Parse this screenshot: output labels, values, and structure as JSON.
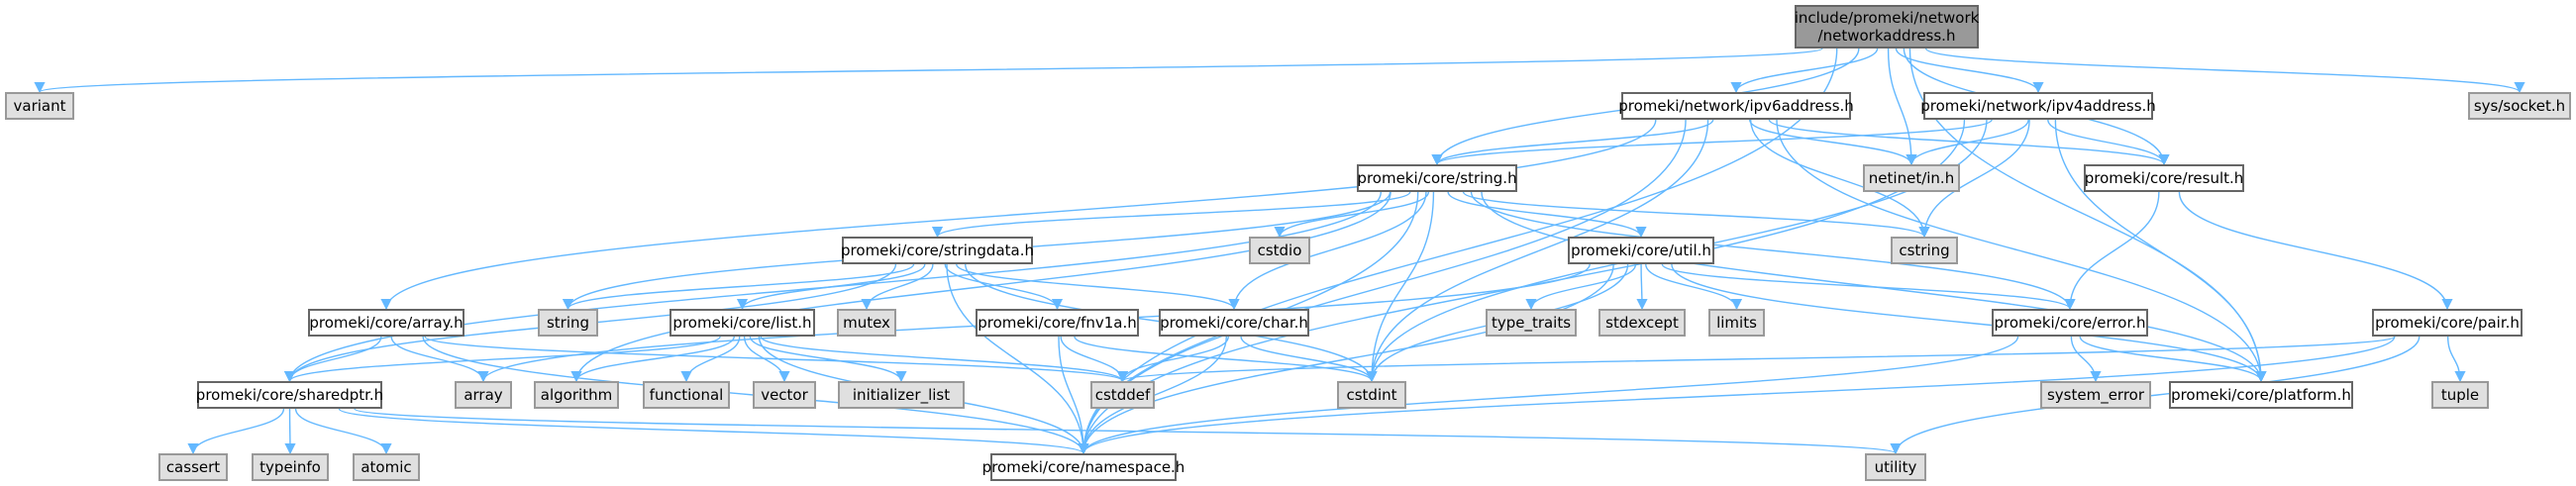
{
  "graph": {
    "edge_color": "#63b8ff",
    "nodes": {
      "root": {
        "label": "include/promeki/network\n/networkaddress.h",
        "kind": "root"
      },
      "variant": {
        "label": "variant",
        "kind": "system"
      },
      "syssocket": {
        "label": "sys/socket.h",
        "kind": "system"
      },
      "ipv6": {
        "label": "promeki/network/ipv6address.h",
        "kind": "project"
      },
      "ipv4": {
        "label": "promeki/network/ipv4address.h",
        "kind": "project"
      },
      "netinet": {
        "label": "netinet/in.h",
        "kind": "system"
      },
      "result": {
        "label": "promeki/core/result.h",
        "kind": "project"
      },
      "string_h": {
        "label": "promeki/core/string.h",
        "kind": "project"
      },
      "cstdio": {
        "label": "cstdio",
        "kind": "system"
      },
      "cstring": {
        "label": "cstring",
        "kind": "system"
      },
      "stringdata": {
        "label": "promeki/core/stringdata.h",
        "kind": "project"
      },
      "util": {
        "label": "promeki/core/util.h",
        "kind": "project"
      },
      "array_h": {
        "label": "promeki/core/array.h",
        "kind": "project"
      },
      "string": {
        "label": "string",
        "kind": "system"
      },
      "list_h": {
        "label": "promeki/core/list.h",
        "kind": "project"
      },
      "mutex": {
        "label": "mutex",
        "kind": "system"
      },
      "fnv1a": {
        "label": "promeki/core/fnv1a.h",
        "kind": "project"
      },
      "char_h": {
        "label": "promeki/core/char.h",
        "kind": "project"
      },
      "type_traits": {
        "label": "type_traits",
        "kind": "system"
      },
      "stdexcept": {
        "label": "stdexcept",
        "kind": "system"
      },
      "limits": {
        "label": "limits",
        "kind": "system"
      },
      "error_h": {
        "label": "promeki/core/error.h",
        "kind": "project"
      },
      "pair_h": {
        "label": "promeki/core/pair.h",
        "kind": "project"
      },
      "sharedptr": {
        "label": "promeki/core/sharedptr.h",
        "kind": "project"
      },
      "array": {
        "label": "array",
        "kind": "system"
      },
      "algorithm": {
        "label": "algorithm",
        "kind": "system"
      },
      "functional": {
        "label": "functional",
        "kind": "system"
      },
      "vector": {
        "label": "vector",
        "kind": "system"
      },
      "initializer_list": {
        "label": "initializer_list",
        "kind": "system"
      },
      "cstddef": {
        "label": "cstddef",
        "kind": "system"
      },
      "cstdint": {
        "label": "cstdint",
        "kind": "system"
      },
      "system_error": {
        "label": "system_error",
        "kind": "system"
      },
      "platform": {
        "label": "promeki/core/platform.h",
        "kind": "project"
      },
      "tuple": {
        "label": "tuple",
        "kind": "system"
      },
      "cassert": {
        "label": "cassert",
        "kind": "system"
      },
      "typeinfo": {
        "label": "typeinfo",
        "kind": "system"
      },
      "atomic": {
        "label": "atomic",
        "kind": "system"
      },
      "namespace": {
        "label": "promeki/core/namespace.h",
        "kind": "project"
      },
      "utility": {
        "label": "utility",
        "kind": "system"
      }
    },
    "edges": [
      [
        "root",
        "variant"
      ],
      [
        "root",
        "syssocket"
      ],
      [
        "root",
        "ipv6"
      ],
      [
        "root",
        "ipv4"
      ],
      [
        "root",
        "netinet"
      ],
      [
        "root",
        "result"
      ],
      [
        "root",
        "string_h"
      ],
      [
        "root",
        "platform"
      ],
      [
        "root",
        "namespace"
      ],
      [
        "ipv6",
        "netinet"
      ],
      [
        "ipv6",
        "result"
      ],
      [
        "ipv6",
        "string_h"
      ],
      [
        "ipv6",
        "array_h"
      ],
      [
        "ipv6",
        "cstring"
      ],
      [
        "ipv6",
        "cstdint"
      ],
      [
        "ipv6",
        "platform"
      ],
      [
        "ipv6",
        "namespace"
      ],
      [
        "ipv4",
        "netinet"
      ],
      [
        "ipv4",
        "result"
      ],
      [
        "ipv4",
        "string_h"
      ],
      [
        "ipv4",
        "cstring"
      ],
      [
        "ipv4",
        "cstdint"
      ],
      [
        "ipv4",
        "platform"
      ],
      [
        "ipv4",
        "namespace"
      ],
      [
        "result",
        "error_h"
      ],
      [
        "result",
        "pair_h"
      ],
      [
        "string_h",
        "stringdata"
      ],
      [
        "string_h",
        "cstdio"
      ],
      [
        "string_h",
        "cstring"
      ],
      [
        "string_h",
        "util"
      ],
      [
        "string_h",
        "char_h"
      ],
      [
        "string_h",
        "cstdint"
      ],
      [
        "string_h",
        "string"
      ],
      [
        "string_h",
        "algorithm"
      ],
      [
        "string_h",
        "sharedptr"
      ],
      [
        "string_h",
        "error_h"
      ],
      [
        "string_h",
        "platform"
      ],
      [
        "string_h",
        "namespace"
      ],
      [
        "stringdata",
        "string"
      ],
      [
        "stringdata",
        "list_h"
      ],
      [
        "stringdata",
        "mutex"
      ],
      [
        "stringdata",
        "fnv1a"
      ],
      [
        "stringdata",
        "char_h"
      ],
      [
        "stringdata",
        "cstdint"
      ],
      [
        "stringdata",
        "sharedptr"
      ],
      [
        "stringdata",
        "namespace"
      ],
      [
        "util",
        "type_traits"
      ],
      [
        "util",
        "stdexcept"
      ],
      [
        "util",
        "limits"
      ],
      [
        "util",
        "cstdint"
      ],
      [
        "util",
        "array"
      ],
      [
        "util",
        "error_h"
      ],
      [
        "util",
        "platform"
      ],
      [
        "util",
        "namespace"
      ],
      [
        "array_h",
        "sharedptr"
      ],
      [
        "array_h",
        "array"
      ],
      [
        "array_h",
        "cstddef"
      ],
      [
        "array_h",
        "namespace"
      ],
      [
        "list_h",
        "sharedptr"
      ],
      [
        "list_h",
        "algorithm"
      ],
      [
        "list_h",
        "functional"
      ],
      [
        "list_h",
        "vector"
      ],
      [
        "list_h",
        "initializer_list"
      ],
      [
        "list_h",
        "cstddef"
      ],
      [
        "list_h",
        "namespace"
      ],
      [
        "fnv1a",
        "cstddef"
      ],
      [
        "fnv1a",
        "cstdint"
      ],
      [
        "fnv1a",
        "namespace"
      ],
      [
        "char_h",
        "cstddef"
      ],
      [
        "char_h",
        "cstdint"
      ],
      [
        "char_h",
        "namespace"
      ],
      [
        "error_h",
        "system_error"
      ],
      [
        "error_h",
        "platform"
      ],
      [
        "error_h",
        "namespace"
      ],
      [
        "pair_h",
        "tuple"
      ],
      [
        "pair_h",
        "utility"
      ],
      [
        "pair_h",
        "cstddef"
      ],
      [
        "pair_h",
        "namespace"
      ],
      [
        "sharedptr",
        "cassert"
      ],
      [
        "sharedptr",
        "typeinfo"
      ],
      [
        "sharedptr",
        "atomic"
      ],
      [
        "sharedptr",
        "namespace"
      ],
      [
        "sharedptr",
        "utility"
      ]
    ]
  }
}
